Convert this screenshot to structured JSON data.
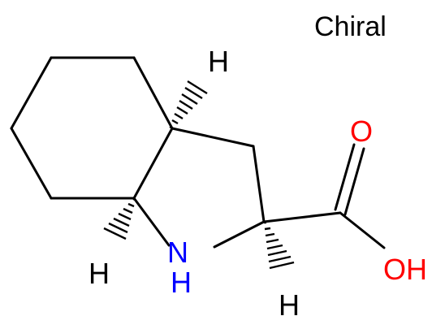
{
  "annotation": {
    "chiral_label": "Chiral"
  },
  "atoms": {
    "n_label": "N",
    "nh_h_label": "H",
    "o_carbonyl_label": "O",
    "oh_label": "OH",
    "h_c3a_label": "H",
    "h_c7a_label": "H",
    "h_c2_label": "H"
  },
  "colors": {
    "bond": "#000000",
    "carbon_text": "#000000",
    "nitrogen": "#0000ff",
    "oxygen": "#ff0000"
  }
}
